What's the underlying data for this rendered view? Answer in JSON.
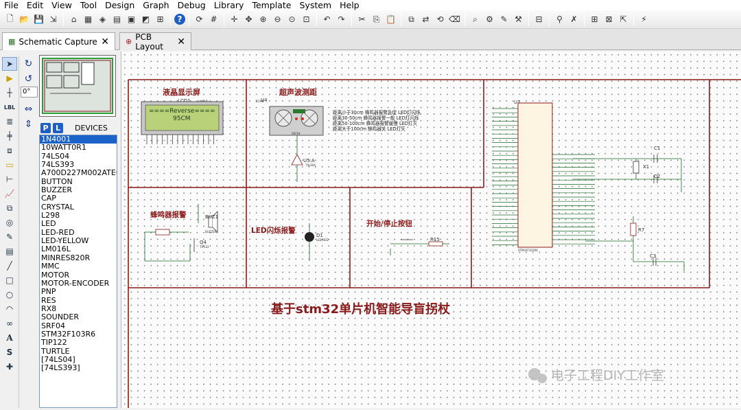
{
  "menu": [
    "File",
    "Edit",
    "View",
    "Tool",
    "Design",
    "Graph",
    "Debug",
    "Library",
    "Template",
    "System",
    "Help"
  ],
  "toolbar_icons": [
    "new-icon",
    "open-icon",
    "save-icon",
    "import-icon",
    "sep",
    "home-icon",
    "schematic-icon",
    "pcb-icon",
    "bom-icon",
    "gerber-icon",
    "3d-icon",
    "design-explorer-icon",
    "sep",
    "help-icon",
    "sep",
    "refresh-icon",
    "grid-icon",
    "sep",
    "origin-icon",
    "pan-icon",
    "zoom-in-icon",
    "zoom-out-icon",
    "zoom-all-icon",
    "zoom-area-icon",
    "sep",
    "undo-icon",
    "redo-icon",
    "sep",
    "cut-icon",
    "copy-icon",
    "paste-icon",
    "sep",
    "block-copy-icon",
    "block-move-icon",
    "block-rotate-icon",
    "block-delete-icon",
    "sep",
    "pick-device-icon",
    "make-device-icon",
    "packaging-icon",
    "decompose-icon",
    "sep",
    "wire-autorouter-icon",
    "sep",
    "search-icon",
    "property-assign-icon",
    "sep",
    "new-sheet-icon",
    "remove-sheet-icon",
    "exit-parent-icon",
    "sep",
    "electrical-rule-icon"
  ],
  "tabs": [
    {
      "label": "Schematic Capture",
      "active": true
    },
    {
      "label": "PCB Layout",
      "active": false
    }
  ],
  "angle": "0°",
  "devices": {
    "header": "DEVICES",
    "p_label": "P",
    "l_label": "L",
    "selected": "1N4001",
    "items": [
      "1N4001",
      "10WATT0R1",
      "74LS04",
      "74LS393",
      "A700D227M002ATE018",
      "BUTTON",
      "BUZZER",
      "CAP",
      "CRYSTAL",
      "L298",
      "LED",
      "LED-RED",
      "LED-YELLOW",
      "LM016L",
      "MINRES820R",
      "MMC",
      "MOTOR",
      "MOTOR-ENCODER",
      "PNP",
      "RES",
      "RX8",
      "SOUNDER",
      "SRF04",
      "STM32F103R6",
      "TIP122",
      "TURTLE",
      "[74LS04]",
      "[74LS393]"
    ]
  },
  "schematic": {
    "lcd_title": "液晶显示屏",
    "lcd_ref": "LCD1",
    "lcd_part": "LM016L",
    "lcd_line1": "====Reverse====",
    "lcd_line2": "95CM",
    "ultra_title": "超声波测距",
    "ultra_ref": "U4",
    "ultra_part": "SRF04",
    "ultra_inv": "U5:A",
    "ultra_inv_part": "74LS04",
    "notes": [
      "距离小于30cm  蜂鸣器报警急促  LED灯闪烁",
      "距离30-50cm  蜂鸣器报警一般  LED灯闪烁",
      "距离50-100cm  蜂鸣器报警缓慢  LED灯灭",
      "距离大于100cm  蜂鸣器关  LED灯灭"
    ],
    "buzzer_title": "蜂鸣器报警",
    "buzzer_ref": "BUZ1",
    "buzzer_part": "BUZZER",
    "transistor_ref": "Q4",
    "transistor_part": "TIP122",
    "led_title": "LED闪烁报警",
    "led_ref": "D1",
    "led_part": "LED-RED",
    "button_title": "开始/停止按钮",
    "button_res": "R15",
    "mcu_ref": "U1",
    "mcu_part": "STM32F103R6",
    "crystal_ref": "X1",
    "cap1": "C1",
    "cap2": "C2",
    "cap3": "C3",
    "res7": "R7",
    "main_title": "基于stm32单片机智能导盲拐杖",
    "watermark": "电子工程DIY工作室"
  },
  "colors": {
    "frame": "#8b1a1a",
    "title": "#8b1a1a",
    "component": "#8b1a1a",
    "wire": "#1b6b2a",
    "lcd_bg": "#b9d27a",
    "mcu_body": "#fdf5e2"
  }
}
